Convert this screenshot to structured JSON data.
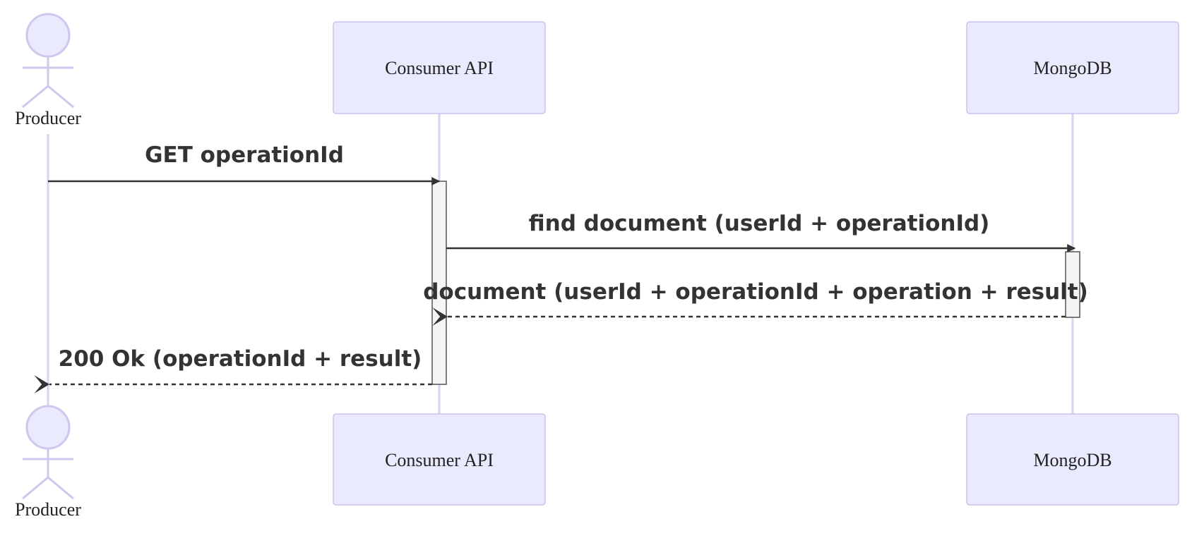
{
  "participants": {
    "producer": {
      "label": "Producer",
      "type": "actor"
    },
    "consumer_api": {
      "label": "Consumer API",
      "type": "box"
    },
    "mongodb": {
      "label": "MongoDB",
      "type": "box"
    }
  },
  "messages": [
    {
      "from": "producer",
      "to": "consumer_api",
      "label": "GET operationId",
      "style": "solid"
    },
    {
      "from": "consumer_api",
      "to": "mongodb",
      "label": "find document (userId + operationId)",
      "style": "solid"
    },
    {
      "from": "mongodb",
      "to": "consumer_api",
      "label": "document (userId + operationId + operation + result)",
      "style": "dashed"
    },
    {
      "from": "consumer_api",
      "to": "producer",
      "label": "200 Ok (operationId + result)",
      "style": "dashed"
    }
  ],
  "colors": {
    "participant_fill": "#eaeaff",
    "participant_border": "#c8c3ec",
    "lifeline": "#d9d2f0",
    "message": "#333333",
    "activation_fill": "#f4f4f4"
  }
}
